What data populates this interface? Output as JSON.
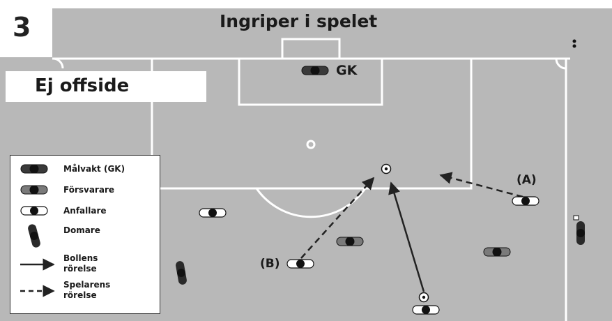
{
  "number": "3",
  "title": "Ingriper i spelet",
  "subtitle": "Ej offside",
  "labels": {
    "gk": "GK",
    "a": "(A)",
    "b": "(B)"
  },
  "legend": [
    {
      "icon": "goalkeeper-icon",
      "text": "Målvakt (GK)"
    },
    {
      "icon": "defender-icon",
      "text": "Försvarare"
    },
    {
      "icon": "attacker-icon",
      "text": "Anfallare"
    },
    {
      "icon": "referee-icon",
      "text": "Domare"
    },
    {
      "icon": "ball-movement-arrow-icon",
      "text_1": "Bollens",
      "text_2": "rörelse"
    },
    {
      "icon": "player-movement-arrow-icon",
      "text_1": "Spelarens",
      "text_2": "rörelse"
    }
  ],
  "colors": {
    "pitch": "#b5b5b5",
    "lines": "#ffffff",
    "player_dark": "#3a3a3a",
    "player_light": "#ffffff",
    "text": "#1a1a1a"
  }
}
